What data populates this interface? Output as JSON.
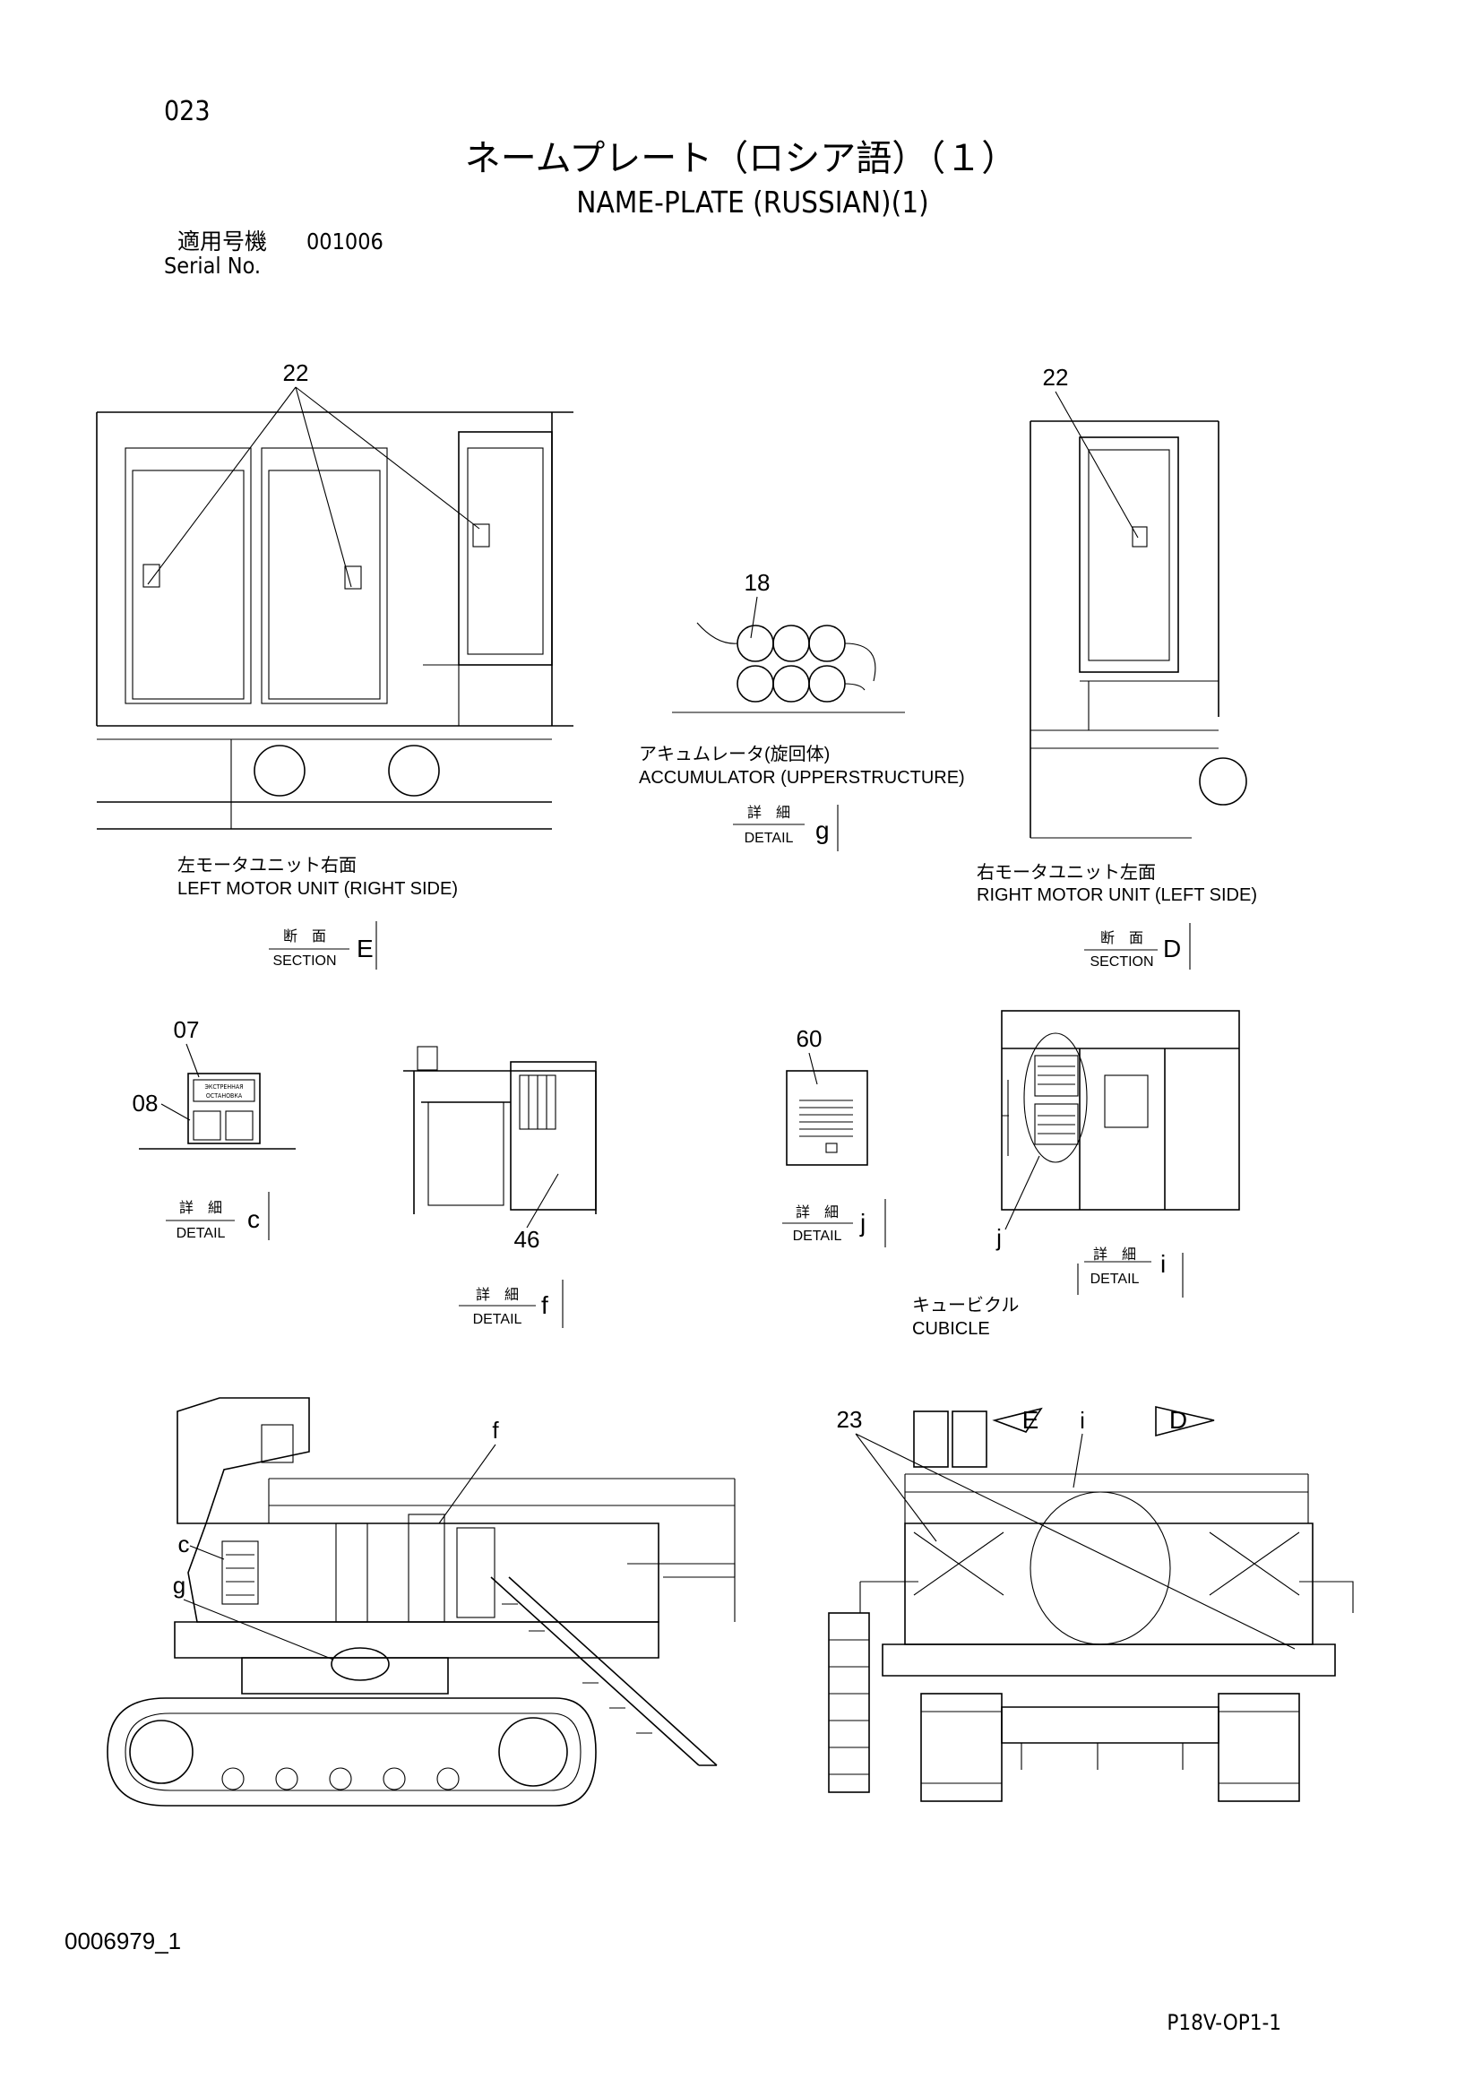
{
  "page": {
    "number": "023",
    "title_jp": "ネームプレート（ロシア語）（１）",
    "title_en": "NAME-PLATE (RUSSIAN)(1)",
    "serial_label_jp": "適用号機",
    "serial_value": "001006",
    "serial_label_en": "Serial No.",
    "drawing_code": "0006979_1",
    "page_code": "P18V-OP1-1"
  },
  "views": {
    "left_motor": {
      "caption_jp": "左モータユニット右面",
      "caption_en": "LEFT MOTOR UNIT (RIGHT SIDE)",
      "box_top": "断　面",
      "box_bottom": "SECTION",
      "box_letter": "E",
      "callout": "22"
    },
    "accumulator": {
      "caption_jp": "アキュムレータ(旋回体)",
      "caption_en": "ACCUMULATOR (UPPERSTRUCTURE)",
      "box_top": "詳　細",
      "box_bottom": "DETAIL",
      "box_letter": "g",
      "callout": "18"
    },
    "right_motor": {
      "caption_jp": "右モータユニット左面",
      "caption_en": "RIGHT MOTOR UNIT (LEFT SIDE)",
      "box_top": "断　面",
      "box_bottom": "SECTION",
      "box_letter": "D",
      "callout": "22"
    },
    "detail_c": {
      "callout_top": "07",
      "callout_left": "08",
      "plate_text": [
        "ЭКСТРЕННАЯ",
        "ОСТАНОВКА"
      ],
      "box_top": "詳　細",
      "box_bottom": "DETAIL",
      "box_letter": "c"
    },
    "detail_f": {
      "callout": "46",
      "box_top": "詳　細",
      "box_bottom": "DETAIL",
      "box_letter": "f"
    },
    "detail_j": {
      "callout": "60",
      "box_top": "詳　細",
      "box_bottom": "DETAIL",
      "box_letter": "j"
    },
    "cubicle": {
      "caption_jp": "キュービクル",
      "caption_en": "CUBICLE",
      "pointer": "j",
      "box_top": "詳　細",
      "box_bottom": "DETAIL",
      "box_letter": "i"
    },
    "side_view": {
      "labels": [
        "f",
        "c",
        "g"
      ]
    },
    "rear_view": {
      "callout": "23",
      "arrow_left": "E",
      "label_i": "i",
      "arrow_right": "D"
    }
  }
}
